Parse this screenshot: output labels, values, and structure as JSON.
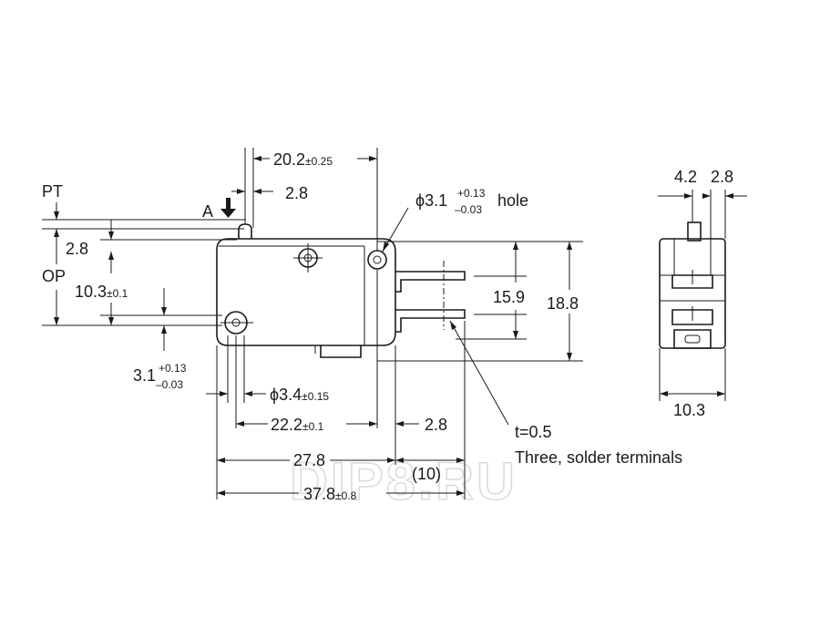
{
  "watermark": "DIP8.RU",
  "callouts": {
    "pt": "PT",
    "op": "OP",
    "actuator": "A",
    "material_thickness": "t=0.5",
    "terminals": "Three, solder terminals"
  },
  "dimensions": {
    "top_span": {
      "value": "20.2",
      "tol": "±0.25"
    },
    "lever_offset": {
      "value": "2.8"
    },
    "mount_hole": {
      "prefix": "ϕ3.1",
      "tol_plus": "+0.13",
      "tol_minus": "–0.03",
      "suffix": "hole"
    },
    "pt_travel": {
      "value": "2.8"
    },
    "op_height": {
      "value": "10.3",
      "tol": "±0.1"
    },
    "roller_hole": {
      "value": "3.1",
      "tol_plus": "+0.13",
      "tol_minus": "–0.03"
    },
    "roller_dia": {
      "value": "ϕ3.4",
      "tol": "±0.15"
    },
    "hole_pitch": {
      "value": "22.2",
      "tol": "±0.1"
    },
    "term_offset": {
      "value": "2.8"
    },
    "body_length": {
      "value": "27.8"
    },
    "terminal_length": {
      "value": "(10)"
    },
    "overall_length": {
      "value": "37.8",
      "tol": "±0.8"
    },
    "term_pitch": {
      "value": "15.9"
    },
    "body_height": {
      "value": "18.8"
    },
    "side_a": {
      "value": "4.2"
    },
    "side_b": {
      "value": "2.8"
    },
    "side_width": {
      "value": "10.3"
    }
  }
}
